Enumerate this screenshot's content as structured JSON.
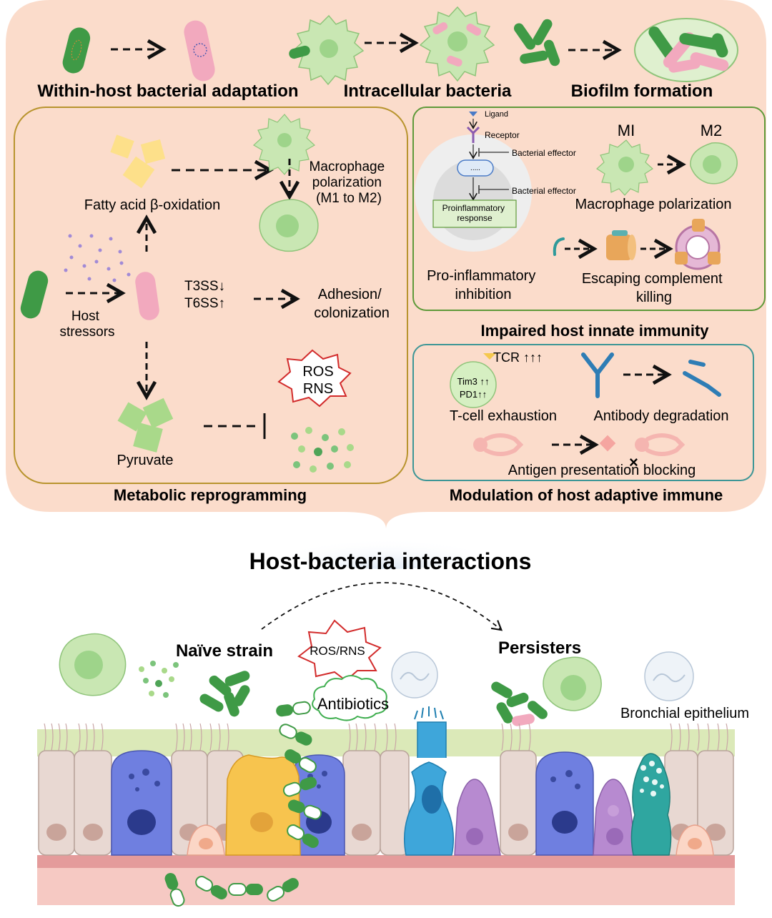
{
  "top_row": {
    "adaptation": "Within-host bacterial adaptation",
    "intracellular": "Intracellular bacteria",
    "biofilm": "Biofilm formation"
  },
  "metabolic": {
    "title": "Metabolic reprogramming",
    "fatty_acid": "Fatty acid β-oxidation",
    "macrophage_1": "Macrophage",
    "macrophage_2": "polarization",
    "macrophage_3": "(M1 to M2)",
    "host_1": "Host",
    "host_2": "stressors",
    "t3ss": "T3SS↓",
    "t6ss": "T6SS↑",
    "adhesion_1": "Adhesion/",
    "adhesion_2": "colonization",
    "ros": "ROS",
    "rns": "RNS",
    "pyruvate": "Pyruvate"
  },
  "innate": {
    "title": "Impaired host innate immunity",
    "ligand": "Ligand",
    "receptor": "Receptor",
    "effector_1": "Bacterial effector",
    "effector_2": "Bacterial effector",
    "dots": ".....",
    "proinflam_1": "Proinflammatory",
    "proinflam_2": "response",
    "inhibition_1": "Pro-inflammatory",
    "inhibition_2": "inhibition",
    "m1": "MI",
    "m2": "M2",
    "polarization": "Macrophage polarization",
    "escape_1": "Escaping complement",
    "escape_2": "killing"
  },
  "adaptive": {
    "title": "Modulation of host adaptive immune",
    "tcr": "TCR ↑↑↑",
    "tim3": "Tim3 ↑↑",
    "pd1": "PD1↑↑",
    "exhaustion": "T-cell exhaustion",
    "antibody": "Antibody degradation",
    "antigen": "Antigen presentation blocking"
  },
  "bottom": {
    "title": "Host-bacteria interactions",
    "naive": "Naïve strain",
    "ros_rns": "ROS/RNS",
    "antibiotics": "Antibiotics",
    "persisters": "Persisters",
    "bronchial": "Bronchial epithelium"
  },
  "colors": {
    "panel_bg": "#fbdccb",
    "metabolic_border": "#b8942e",
    "innate_border": "#5f9a3a",
    "adaptive_border": "#3d9696",
    "bacteria_green": "#3f9a46",
    "bacteria_pink": "#f2a9be",
    "macrophage": "#c9e7b3",
    "ros_red": "#d22b2b"
  }
}
